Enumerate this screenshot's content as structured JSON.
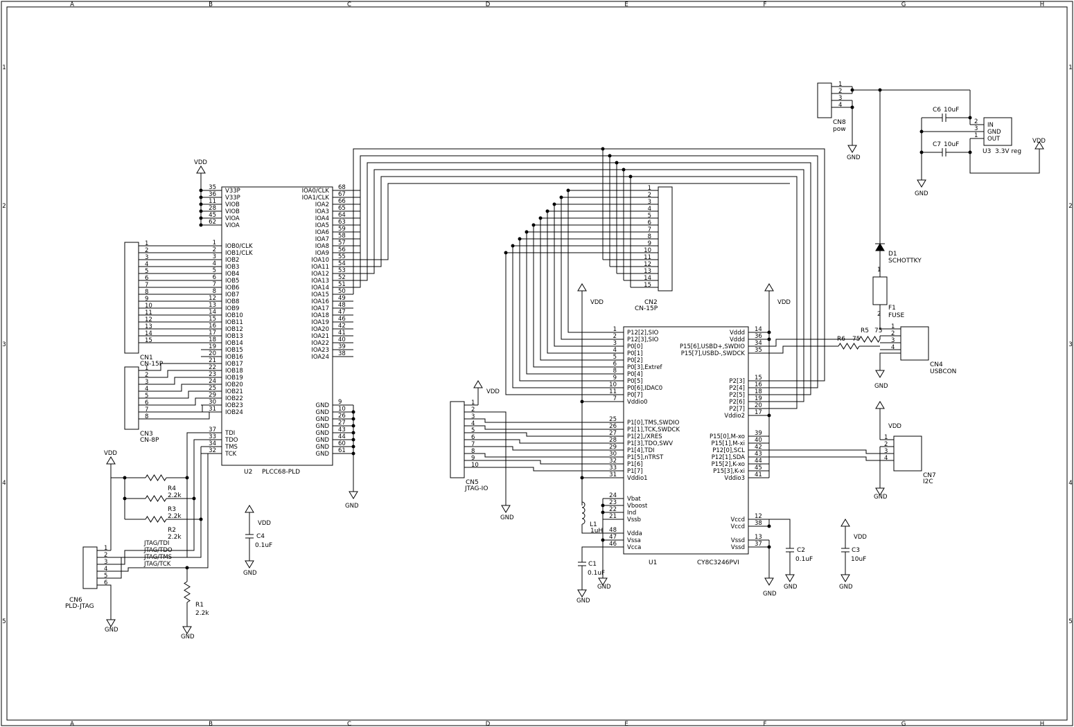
{
  "border": {
    "columns": [
      "A",
      "B",
      "C",
      "D",
      "E",
      "F",
      "G",
      "H"
    ],
    "rows": [
      "1",
      "2",
      "3",
      "4",
      "5"
    ]
  },
  "power": {
    "vdd": "VDD",
    "gnd": "GND"
  },
  "u2": {
    "ref": "U2",
    "value": "PLCC68-PLD",
    "left_pins": [
      {
        "num": "35",
        "name": "V33P"
      },
      {
        "num": "36",
        "name": "V33P"
      },
      {
        "num": "11",
        "name": "VIOB"
      },
      {
        "num": "28",
        "name": "VIOB"
      },
      {
        "num": "45",
        "name": "VIOA"
      },
      {
        "num": "62",
        "name": "VIOA"
      },
      {
        "num": "1",
        "name": "IOB0/CLK"
      },
      {
        "num": "2",
        "name": "IOB1/CLK"
      },
      {
        "num": "3",
        "name": "IOB2"
      },
      {
        "num": "4",
        "name": "IOB3"
      },
      {
        "num": "5",
        "name": "IOB4"
      },
      {
        "num": "6",
        "name": "IOB5"
      },
      {
        "num": "7",
        "name": "IOB6"
      },
      {
        "num": "8",
        "name": "IOB7"
      },
      {
        "num": "12",
        "name": "IOB8"
      },
      {
        "num": "13",
        "name": "IOB9"
      },
      {
        "num": "14",
        "name": "IOB10"
      },
      {
        "num": "15",
        "name": "IOB11"
      },
      {
        "num": "16",
        "name": "IOB12"
      },
      {
        "num": "17",
        "name": "IOB13"
      },
      {
        "num": "18",
        "name": "IOB14"
      },
      {
        "num": "19",
        "name": "IOB15"
      },
      {
        "num": "20",
        "name": "IOB16"
      },
      {
        "num": "21",
        "name": "IOB17"
      },
      {
        "num": "22",
        "name": "IOB18"
      },
      {
        "num": "23",
        "name": "IOB19"
      },
      {
        "num": "24",
        "name": "IOB20"
      },
      {
        "num": "25",
        "name": "IOB21"
      },
      {
        "num": "29",
        "name": "IOB22"
      },
      {
        "num": "30",
        "name": "IOB23"
      },
      {
        "num": "31",
        "name": "IOB24"
      },
      {
        "num": "37",
        "name": "TDI"
      },
      {
        "num": "33",
        "name": "TDO"
      },
      {
        "num": "34",
        "name": "TMS"
      },
      {
        "num": "32",
        "name": "TCK"
      }
    ],
    "right_pins": [
      {
        "num": "68",
        "name": "IOA0/CLK"
      },
      {
        "num": "67",
        "name": "IOA1/CLK"
      },
      {
        "num": "66",
        "name": "IOA2"
      },
      {
        "num": "65",
        "name": "IOA3"
      },
      {
        "num": "64",
        "name": "IOA4"
      },
      {
        "num": "63",
        "name": "IOA5"
      },
      {
        "num": "59",
        "name": "IOA6"
      },
      {
        "num": "58",
        "name": "IOA7"
      },
      {
        "num": "57",
        "name": "IOA8"
      },
      {
        "num": "56",
        "name": "IOA9"
      },
      {
        "num": "55",
        "name": "IOA10"
      },
      {
        "num": "54",
        "name": "IOA11"
      },
      {
        "num": "53",
        "name": "IOA12"
      },
      {
        "num": "52",
        "name": "IOA13"
      },
      {
        "num": "51",
        "name": "IOA14"
      },
      {
        "num": "50",
        "name": "IOA15"
      },
      {
        "num": "49",
        "name": "IOA16"
      },
      {
        "num": "48",
        "name": "IOA17"
      },
      {
        "num": "47",
        "name": "IOA18"
      },
      {
        "num": "46",
        "name": "IOA19"
      },
      {
        "num": "42",
        "name": "IOA20"
      },
      {
        "num": "41",
        "name": "IOA21"
      },
      {
        "num": "40",
        "name": "IOA22"
      },
      {
        "num": "39",
        "name": "IOA23"
      },
      {
        "num": "38",
        "name": "IOA24"
      },
      {
        "num": "9",
        "name": "GND"
      },
      {
        "num": "10",
        "name": "GND"
      },
      {
        "num": "26",
        "name": "GND"
      },
      {
        "num": "27",
        "name": "GND"
      },
      {
        "num": "43",
        "name": "GND"
      },
      {
        "num": "44",
        "name": "GND"
      },
      {
        "num": "60",
        "name": "GND"
      },
      {
        "num": "61",
        "name": "GND"
      }
    ]
  },
  "u1": {
    "ref": "U1",
    "value": "CY8C3246PVI",
    "left_pins": [
      {
        "num": "1",
        "name": "P12[2],SIO"
      },
      {
        "num": "2",
        "name": "P12[3],SIO"
      },
      {
        "num": "3",
        "name": "P0[0]"
      },
      {
        "num": "4",
        "name": "P0[1]"
      },
      {
        "num": "5",
        "name": "P0[2]"
      },
      {
        "num": "6",
        "name": "P0[3],Extref"
      },
      {
        "num": "8",
        "name": "P0[4]"
      },
      {
        "num": "9",
        "name": "P0[5]"
      },
      {
        "num": "10",
        "name": "P0[6],IDAC0"
      },
      {
        "num": "11",
        "name": "P0[7]"
      },
      {
        "num": "7",
        "name": "Vddio0"
      },
      {
        "num": "25",
        "name": "P1[0],TMS,SWDIO"
      },
      {
        "num": "26",
        "name": "P1[1],TCK,SWDCK"
      },
      {
        "num": "27",
        "name": "P1[2],/XRES"
      },
      {
        "num": "28",
        "name": "P1[3],TDO,SWV"
      },
      {
        "num": "29",
        "name": "P1[4],TDI"
      },
      {
        "num": "30",
        "name": "P1[5],nTRST"
      },
      {
        "num": "32",
        "name": "P1[6]"
      },
      {
        "num": "33",
        "name": "P1[7]"
      },
      {
        "num": "31",
        "name": "Vddio1"
      },
      {
        "num": "24",
        "name": "Vbat"
      },
      {
        "num": "23",
        "name": "Vboost"
      },
      {
        "num": "22",
        "name": "Ind"
      },
      {
        "num": "21",
        "name": "Vssb"
      },
      {
        "num": "48",
        "name": "Vdda"
      },
      {
        "num": "47",
        "name": "Vssa"
      },
      {
        "num": "46",
        "name": "Vcca"
      }
    ],
    "right_pins": [
      {
        "num": "14",
        "name": "Vddd"
      },
      {
        "num": "36",
        "name": "Vddd"
      },
      {
        "num": "34",
        "name": "P15[6],USBD+,SWDIO"
      },
      {
        "num": "35",
        "name": "P15[7],USBD-,SWDCK"
      },
      {
        "num": "15",
        "name": "P2[3]"
      },
      {
        "num": "16",
        "name": "P2[4]"
      },
      {
        "num": "18",
        "name": "P2[5]"
      },
      {
        "num": "19",
        "name": "P2[6]"
      },
      {
        "num": "20",
        "name": "P2[7]"
      },
      {
        "num": "17",
        "name": "Vddio2"
      },
      {
        "num": "39",
        "name": "P15[0],M-xo"
      },
      {
        "num": "40",
        "name": "P15[1],M-xi"
      },
      {
        "num": "42",
        "name": "P12[0],SCL"
      },
      {
        "num": "43",
        "name": "P12[1],SDA"
      },
      {
        "num": "44",
        "name": "P15[2],K-xo"
      },
      {
        "num": "45",
        "name": "P15[3],K-xi"
      },
      {
        "num": "41",
        "name": "Vddio3"
      },
      {
        "num": "12",
        "name": "Vccd"
      },
      {
        "num": "38",
        "name": "Vccd"
      },
      {
        "num": "13",
        "name": "Vssd"
      },
      {
        "num": "37",
        "name": "Vssd"
      }
    ]
  },
  "connectors": {
    "cn1": {
      "ref": "CN1",
      "value": "CN-15P",
      "pins": [
        "1",
        "2",
        "3",
        "4",
        "5",
        "6",
        "7",
        "8",
        "9",
        "10",
        "11",
        "12",
        "13",
        "14",
        "15"
      ]
    },
    "cn3": {
      "ref": "CN3",
      "value": "CN-8P",
      "pins": [
        "1",
        "2",
        "3",
        "4",
        "5",
        "6",
        "7",
        "8"
      ]
    },
    "cn2": {
      "ref": "CN2",
      "value": "CN-15P",
      "pins": [
        "1",
        "2",
        "3",
        "4",
        "5",
        "6",
        "7",
        "8",
        "9",
        "10",
        "11",
        "12",
        "13",
        "14",
        "15"
      ]
    },
    "cn5": {
      "ref": "CN5",
      "value": "JTAG-IO",
      "pins": [
        "1",
        "2",
        "3",
        "4",
        "5",
        "6",
        "7",
        "8",
        "9",
        "10"
      ]
    },
    "cn6": {
      "ref": "CN6",
      "value": "PLD-JTAG",
      "pins": [
        "1",
        "2",
        "3",
        "4",
        "5",
        "6"
      ]
    },
    "cn4": {
      "ref": "CN4",
      "value": "USBCON",
      "pins": [
        "1",
        "2",
        "3",
        "4"
      ]
    },
    "cn7": {
      "ref": "CN7",
      "value": "I2C",
      "pins": [
        "1",
        "2",
        "3",
        "4"
      ]
    },
    "cn8": {
      "ref": "CN8",
      "value": "pow",
      "pins": [
        "1",
        "2",
        "3",
        "4"
      ]
    }
  },
  "jtag_nets": [
    "JTAG/TDI",
    "JTAG/TDO",
    "JTAG/TMS",
    "JTAG/TCK"
  ],
  "u3": {
    "ref": "U3",
    "value": "3.3V reg",
    "pins": [
      {
        "num": "2",
        "name": "IN"
      },
      {
        "num": "3",
        "name": "GND"
      },
      {
        "num": "1",
        "name": "OUT"
      }
    ]
  },
  "passives": {
    "r1": {
      "ref": "R1",
      "value": "2.2k"
    },
    "r2": {
      "ref": "R2",
      "value": "2.2k"
    },
    "r3": {
      "ref": "R3",
      "value": "2.2k"
    },
    "r4": {
      "ref": "R4",
      "value": "2.2k"
    },
    "r5": {
      "ref": "R5",
      "value": "75"
    },
    "r6": {
      "ref": "R6",
      "value": "75"
    },
    "c1": {
      "ref": "C1",
      "value": "0.1uF"
    },
    "c2": {
      "ref": "C2",
      "value": "0.1uF"
    },
    "c3": {
      "ref": "C3",
      "value": "10uF"
    },
    "c4": {
      "ref": "C4",
      "value": "0.1uF"
    },
    "c6": {
      "ref": "C6",
      "value": "10uF"
    },
    "c7": {
      "ref": "C7",
      "value": "10uF"
    },
    "l1": {
      "ref": "L1",
      "value": "1uH"
    },
    "d1": {
      "ref": "D1",
      "value": "SCHOTTKY"
    },
    "f1": {
      "ref": "F1",
      "value": "FUSE",
      "pins": [
        "1",
        "2"
      ]
    }
  }
}
